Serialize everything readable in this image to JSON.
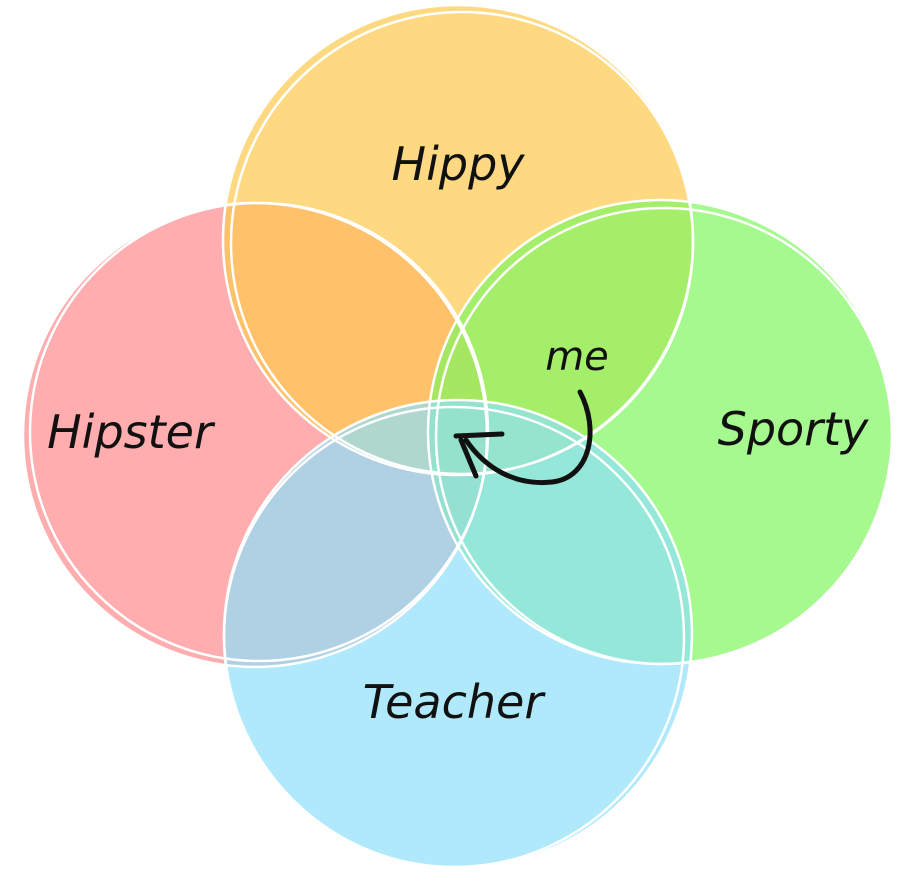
{
  "diagram": {
    "type": "venn",
    "sets": [
      {
        "id": "hipster",
        "label": "Hipster",
        "color": "#ff8a8d"
      },
      {
        "id": "hippy",
        "label": "Hippy",
        "color": "#ffc94d"
      },
      {
        "id": "sporty",
        "label": "Sporty",
        "color": "#7ff75e"
      },
      {
        "id": "teacher",
        "label": "Teacher",
        "color": "#8ddff9"
      }
    ],
    "pointer": {
      "label": "me",
      "target": "all-four-overlap"
    },
    "outline_color": "#ffffff",
    "ink_color": "#111111"
  }
}
